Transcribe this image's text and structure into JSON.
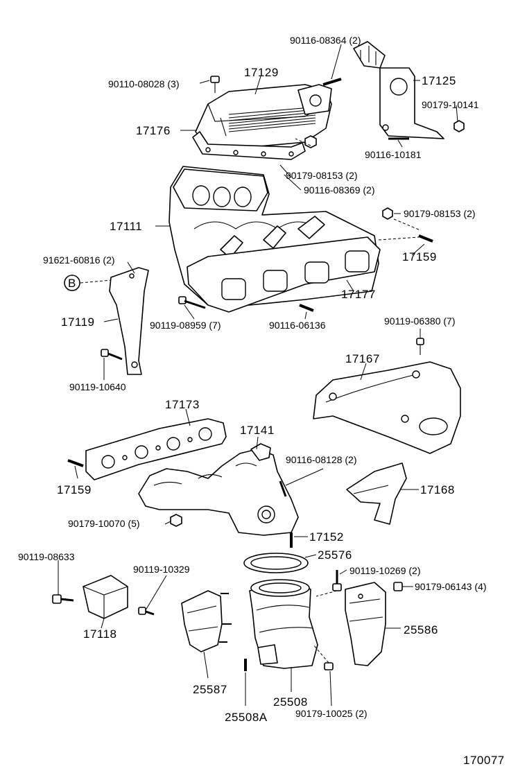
{
  "labels": {
    "p90116_08364": "90116-08364 (2)",
    "p90110_08028": "90110-08028 (3)",
    "p17129": "17129",
    "p17125": "17125",
    "p90179_10141": "90179-10141",
    "p17176": "17176",
    "p90116_10181": "90116-10181",
    "p90179_08153a": "90179-08153 (2)",
    "p90116_08369": "90116-08369 (2)",
    "p90179_08153b": "90179-08153 (2)",
    "p17111": "17111",
    "p17159a": "17159",
    "p91621_60816": "91621-60816 (2)",
    "pB": "B",
    "p17177": "17177",
    "p17119": "17119",
    "p90119_08959": "90119-08959 (7)",
    "p90116_06136": "90116-06136",
    "p90119_06380": "90119-06380 (7)",
    "p17167": "17167",
    "p90119_10640": "90119-10640",
    "p17173": "17173",
    "p17141": "17141",
    "p90116_08128": "90116-08128 (2)",
    "p17159b": "17159",
    "p17168": "17168",
    "p90179_10070": "90179-10070 (5)",
    "p17152": "17152",
    "p90119_08633": "90119-08633",
    "p25576": "25576",
    "p90119_10329": "90119-10329",
    "p90119_10269": "90119-10269 (2)",
    "p90179_06143": "90179-06143 (4)",
    "p17118": "17118",
    "p25586": "25586",
    "p25587": "25587",
    "p25508": "25508",
    "p25508A": "25508A",
    "p90179_10025": "90179-10025 (2)",
    "diagram_code": "170077"
  }
}
